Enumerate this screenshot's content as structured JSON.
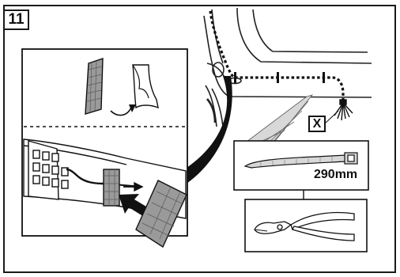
{
  "step": {
    "number": "11"
  },
  "callout": {
    "label": "X"
  },
  "cable_tie": {
    "length": "290mm"
  },
  "icons": [
    "velcro-pad-icon",
    "grille-icon",
    "cable-tie-icon",
    "side-cutter-pliers-icon",
    "car-rear-icon"
  ]
}
